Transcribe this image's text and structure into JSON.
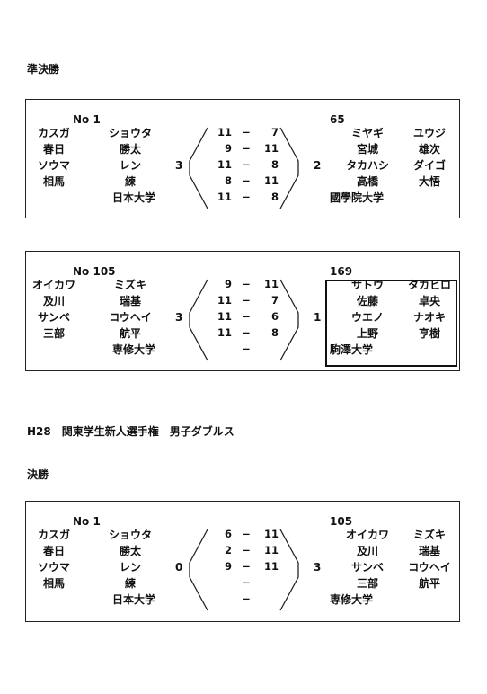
{
  "headings": {
    "semifinal": "準決勝",
    "tournament": "H28　関東学生新人選手権　男子ダブルス",
    "final": "決勝"
  },
  "matches": [
    {
      "left": {
        "no": "No 1",
        "p1_kana": "カスガ",
        "p1_given_kana": "ショウタ",
        "p1_surname": "春日",
        "p1_given": "勝太",
        "p2_kana": "ソウマ",
        "p2_given_kana": "レン",
        "p2_surname": "相馬",
        "p2_given": "練",
        "school": "日本大学"
      },
      "left_sets": "3",
      "games": [
        {
          "a": "11",
          "d": "−",
          "b": "7"
        },
        {
          "a": "9",
          "d": "−",
          "b": "11"
        },
        {
          "a": "11",
          "d": "−",
          "b": "8"
        },
        {
          "a": "8",
          "d": "−",
          "b": "11"
        },
        {
          "a": "11",
          "d": "−",
          "b": "8"
        }
      ],
      "right_sets": "2",
      "right": {
        "no": "65",
        "p1_kana": "ミヤギ",
        "p1_given_kana": "ユウジ",
        "p1_surname": "宮城",
        "p1_given": "雄次",
        "p2_kana": "タカハシ",
        "p2_given_kana": "ダイゴ",
        "p2_surname": "高橋",
        "p2_given": "大悟",
        "school": "國學院大学"
      }
    },
    {
      "left": {
        "no": "No 105",
        "p1_kana": "オイカワ",
        "p1_given_kana": "ミズキ",
        "p1_surname": "及川",
        "p1_given": "瑞基",
        "p2_kana": "サンベ",
        "p2_given_kana": "コウヘイ",
        "p2_surname": "三部",
        "p2_given": "航平",
        "school": "専修大学"
      },
      "left_sets": "3",
      "games": [
        {
          "a": "9",
          "d": "−",
          "b": "11"
        },
        {
          "a": "11",
          "d": "−",
          "b": "7"
        },
        {
          "a": "11",
          "d": "−",
          "b": "6"
        },
        {
          "a": "11",
          "d": "−",
          "b": "8"
        },
        {
          "a": "",
          "d": "−",
          "b": ""
        }
      ],
      "right_sets": "1",
      "right": {
        "no": "169",
        "p1_kana": "サトウ",
        "p1_given_kana": "タカヒロ",
        "p1_surname": "佐藤",
        "p1_given": "卓央",
        "p2_kana": "ウエノ",
        "p2_given_kana": "ナオキ",
        "p2_surname": "上野",
        "p2_given": "亨樹",
        "school": "駒澤大学"
      }
    },
    {
      "left": {
        "no": "No 1",
        "p1_kana": "カスガ",
        "p1_given_kana": "ショウタ",
        "p1_surname": "春日",
        "p1_given": "勝太",
        "p2_kana": "ソウマ",
        "p2_given_kana": "レン",
        "p2_surname": "相馬",
        "p2_given": "練",
        "school": "日本大学"
      },
      "left_sets": "0",
      "games": [
        {
          "a": "6",
          "d": "−",
          "b": "11"
        },
        {
          "a": "2",
          "d": "−",
          "b": "11"
        },
        {
          "a": "9",
          "d": "−",
          "b": "11"
        },
        {
          "a": "",
          "d": "−",
          "b": ""
        },
        {
          "a": "",
          "d": "−",
          "b": ""
        }
      ],
      "right_sets": "3",
      "right": {
        "no": "105",
        "p1_kana": "オイカワ",
        "p1_given_kana": "ミズキ",
        "p1_surname": "及川",
        "p1_given": "瑞基",
        "p2_kana": "サンベ",
        "p2_given_kana": "コウヘイ",
        "p2_surname": "三部",
        "p2_given": "航平",
        "school": "専修大学"
      }
    }
  ]
}
